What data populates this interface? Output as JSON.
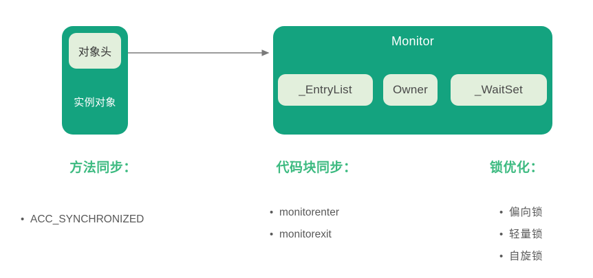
{
  "colors": {
    "box_green": "#14a37f",
    "pill_mint": "#e2efdc",
    "heading_green": "#3cba80",
    "body_gray": "#595959",
    "arrow_gray": "#7a7a7a"
  },
  "diagram": {
    "object": {
      "head_label": "对象头",
      "instance_label": "实例对象"
    },
    "monitor": {
      "title": "Monitor",
      "fields": [
        {
          "label": "_EntryList"
        },
        {
          "label": "Owner"
        },
        {
          "label": "_WaitSet"
        }
      ]
    },
    "arrow": {
      "name": "object-header-to-monitor-arrow"
    }
  },
  "columns": [
    {
      "heading": "方法同步：",
      "items": [
        "ACC_SYNCHRONIZED"
      ]
    },
    {
      "heading": "代码块同步：",
      "items": [
        "monitorenter",
        "monitorexit"
      ]
    },
    {
      "heading": "锁优化：",
      "items": [
        "偏向锁",
        "轻量锁",
        "自旋锁"
      ]
    }
  ]
}
